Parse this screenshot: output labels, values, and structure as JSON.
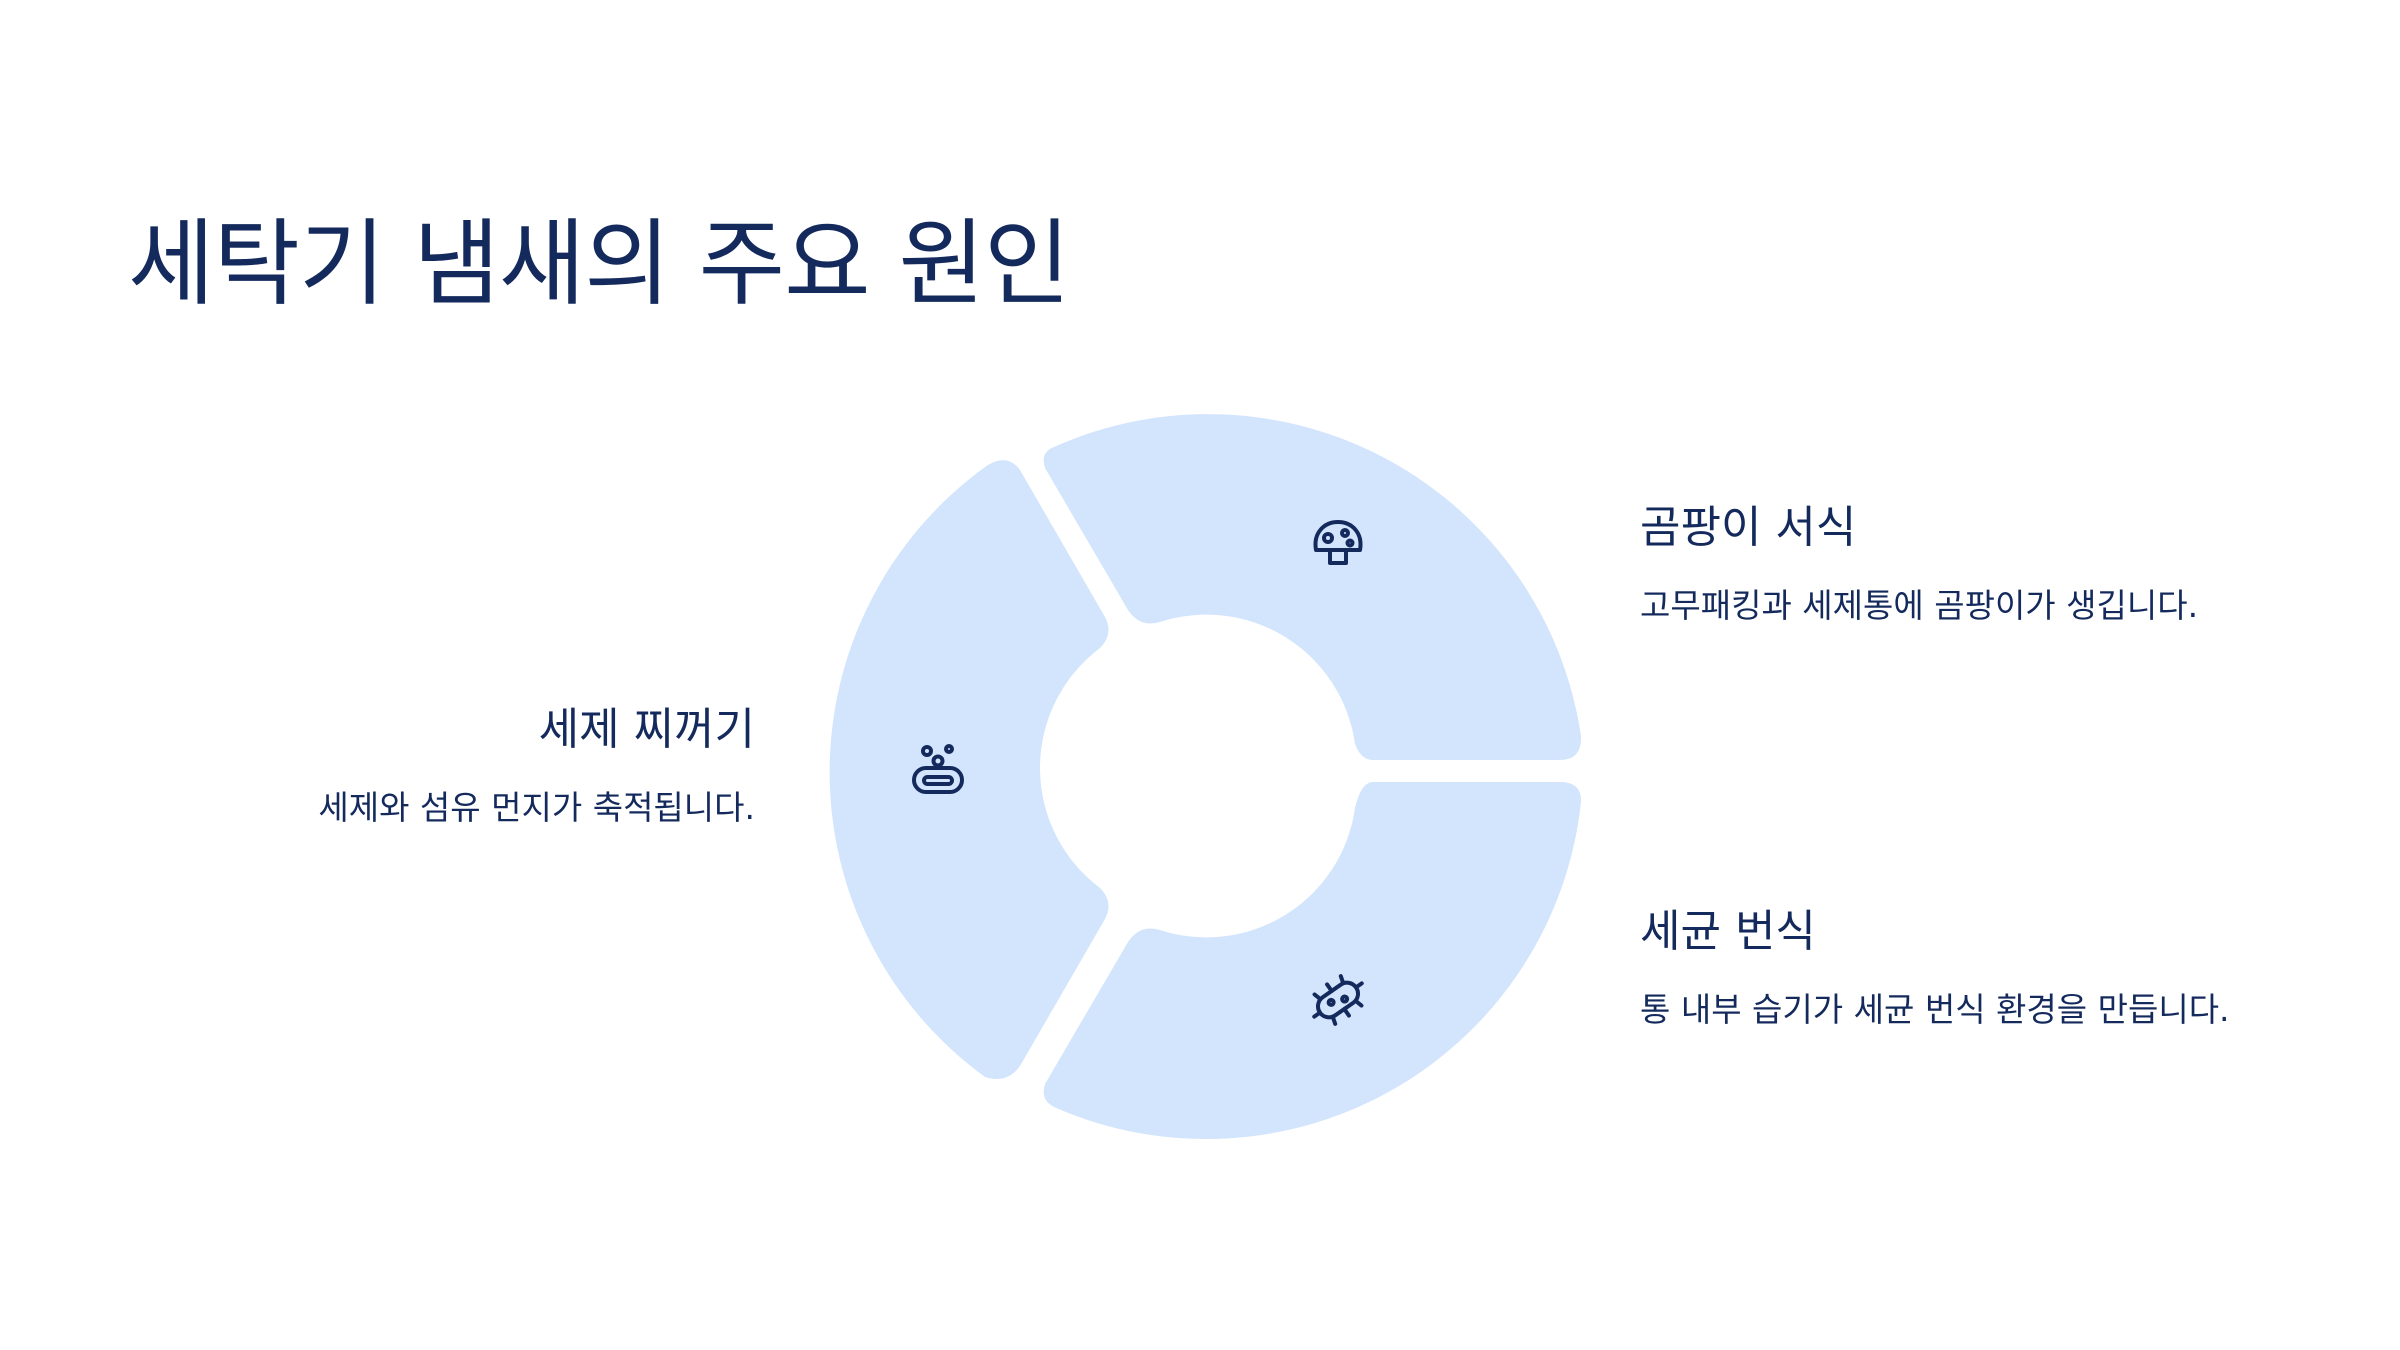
{
  "page": {
    "title": "세탁기 냄새의 주요 원인"
  },
  "colors": {
    "background": "#ffffff",
    "segment_fill": "#d2e5fc",
    "text": "#142a5c",
    "icon_stroke": "#142a5c"
  },
  "diagram": {
    "type": "donut-segments",
    "segments": [
      {
        "id": "mold",
        "title": "곰팡이 서식",
        "description": "고무패킹과 세제통에 곰팡이가 생깁니다.",
        "icon": "mushroom-icon"
      },
      {
        "id": "bacteria",
        "title": "세균 번식",
        "description": "통 내부 습기가 세균 번식 환경을 만듭니다.",
        "icon": "bacteria-icon"
      },
      {
        "id": "detergent",
        "title": "세제 찌꺼기",
        "description": "세제와 섬유 먼지가 축적됩니다.",
        "icon": "soap-icon"
      }
    ]
  }
}
